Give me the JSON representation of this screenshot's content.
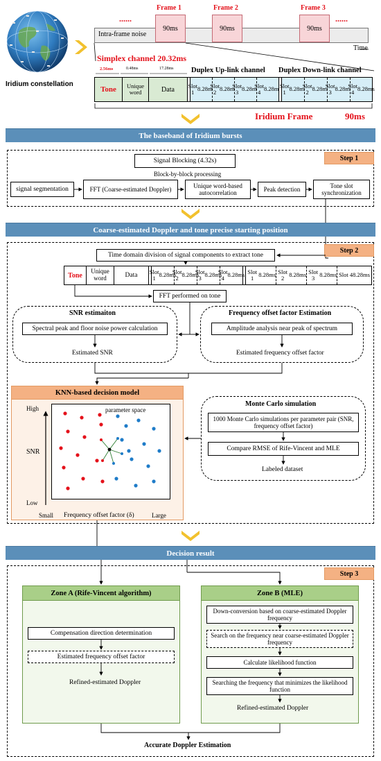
{
  "top": {
    "constellation_label": "Iridium constellation",
    "dots_left": "......",
    "dots_right": "......",
    "frames": [
      {
        "label": "Frame 1",
        "duration": "90ms"
      },
      {
        "label": "Frame 2",
        "duration": "90ms"
      },
      {
        "label": "Frame 3",
        "duration": "90ms"
      }
    ],
    "noise_label": "Intra-frame noise",
    "time_label": "Time",
    "simplex_title": "Simplex channel 20.32ms",
    "dim_tone": "2.56ms",
    "dim_uw": "0.48ms",
    "dim_data": "17.28ms",
    "duplex_up": "Duplex Up-link channel",
    "duplex_down": "Duplex Down-link channel",
    "cells": {
      "tone": "Tone",
      "uw": "Unique word",
      "data": "Data"
    },
    "slots": [
      "Slot 1",
      "Slot 2",
      "Slot 3",
      "Slot 4"
    ],
    "slot_dur": "8.28ms",
    "frame_label": "Iridium Frame",
    "frame_dur": "90ms"
  },
  "bars": {
    "baseband": "The baseband of Iridium bursts",
    "coarse": "Coarse-estimated Doppler and tone precise starting position",
    "decision": "Decision result"
  },
  "step1": {
    "label": "Step 1",
    "blocking": "Signal Blocking (4.32s)",
    "block_proc": "Block-by-block processing",
    "boxes": [
      "signal segmentation",
      "FFT (Coarse-estimated Doppler)",
      "Unique word-based autocorrelation",
      "Peak detection",
      "Tone slot synchronization"
    ]
  },
  "step2": {
    "label": "Step 2",
    "time_div": "Time domain division of signal components to extract tone",
    "cells": {
      "tone": "Tone",
      "uw": "Unique word",
      "data": "Data"
    },
    "slots": [
      "Slot 1",
      "Slot 2",
      "Slot 3",
      "Slot 4"
    ],
    "slot_dur": "8.28ms",
    "fft": "FFT performed on tone",
    "snr_title": "SNR estimaiton",
    "snr_box": "Spectral peak and floor noise power calculation",
    "snr_out": "Estimated SNR",
    "fo_title": "Frequency offset factor Estimation",
    "fo_box": "Amplitude analysis near peak of spectrum",
    "fo_out": "Estimated frequency offset factor",
    "knn_title": "KNN-based decision model",
    "plot_title": "parameter space",
    "y_high": "High",
    "y_axis": "SNR",
    "y_low": "Low",
    "x_small": "Small",
    "x_axis": "Frequency offset factor (δ)",
    "x_large": "Large",
    "mc_title": "Monte Carlo simulation",
    "mc_box1": "1000 Monte Carlo simulations per parameter pair (SNR, frequency offset factor)",
    "mc_box2": "Compare RMSE of Rife-Vincent and MLE",
    "mc_out": "Labeled dataset"
  },
  "step3": {
    "label": "Step 3",
    "zone_a": "Zone A (Rife-Vincent algorithm)",
    "zone_a_box1": "Compensation direction determination",
    "zone_a_box2": "Estimated frequency offset factor",
    "zone_a_out": "Refined-estimated Doppler",
    "zone_b": "Zone B (MLE)",
    "zone_b_box1": "Down-conversion based on coarse-estimated Doppler frequency",
    "zone_b_box2": "Search on the frequency near coarse-estimated Doppler frequency",
    "zone_b_box3": "Calculate likelihood function",
    "zone_b_box4": "Searching the frequency that minimizes the likelihood function",
    "zone_b_out": "Refined-estimated Doppler",
    "final": "Accurate Doppler Estimation"
  },
  "colors": {
    "bar": "#5b8fb9",
    "step": "#f4b183",
    "frame": "#f8d5d8",
    "tone_cell": "#d9ead3",
    "slot_cell": "#d6eef7",
    "zone": "#a9cf88",
    "knn_bg": "#fdf1e7",
    "red_class": "#e4121b",
    "blue_class": "#1f7cc8",
    "chevron": "#f2c12e"
  }
}
